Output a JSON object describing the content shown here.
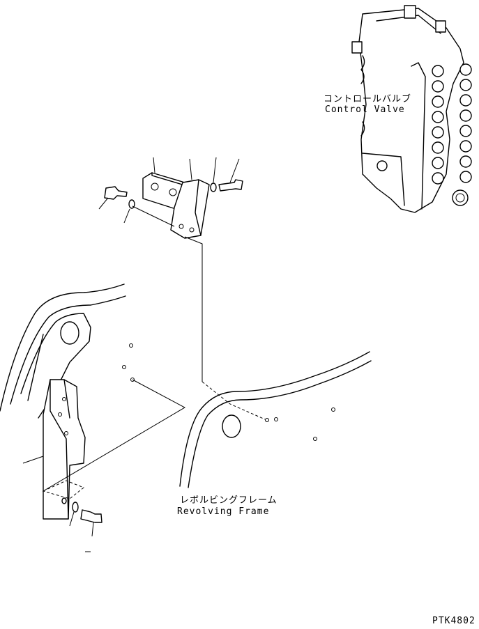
{
  "labels": {
    "control_valve_jp": "コントロールバルブ",
    "control_valve_en": "Control Valve",
    "revolving_frame_jp": "レボルビングフレーム",
    "revolving_frame_en": "Revolving Frame",
    "drawing_code": "PTK4802"
  }
}
